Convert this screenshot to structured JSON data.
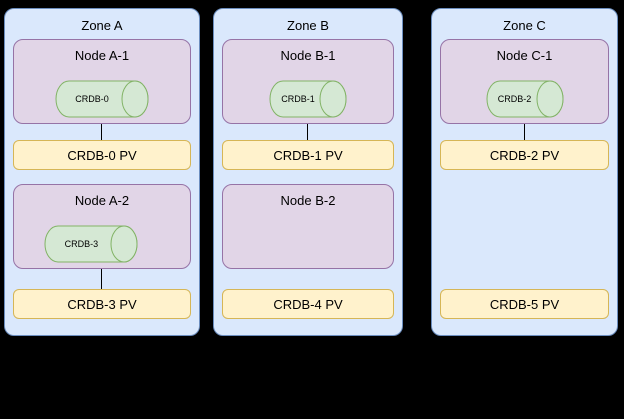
{
  "diagram": {
    "zones": [
      {
        "label": "Zone A",
        "nodes": [
          {
            "label": "Node A-1",
            "cylinder": "CRDB-0",
            "pv": "CRDB-0 PV"
          },
          {
            "label": "Node A-2",
            "cylinder": "CRDB-3",
            "pv": "CRDB-3 PV"
          }
        ]
      },
      {
        "label": "Zone B",
        "nodes": [
          {
            "label": "Node B-1",
            "cylinder": "CRDB-1",
            "pv": "CRDB-1 PV"
          },
          {
            "label": "Node B-2",
            "cylinder": "",
            "pv": "CRDB-4 PV"
          }
        ]
      },
      {
        "label": "Zone C",
        "nodes": [
          {
            "label": "Node C-1",
            "cylinder": "CRDB-2",
            "pv": "CRDB-2 PV"
          },
          {
            "label": "",
            "cylinder": "",
            "pv": "CRDB-5 PV"
          }
        ]
      }
    ]
  },
  "colors": {
    "background": "#000000",
    "zone-fill": "#dae8fc",
    "zone-stroke": "#6c8ebf",
    "node-fill": "#e1d5e7",
    "node-stroke": "#9673a6",
    "pv-fill": "#fff2cc",
    "pv-stroke": "#d6b656",
    "cylinder-fill": "#d5e8d4",
    "cylinder-stroke": "#82b366",
    "connector": "#000000"
  }
}
